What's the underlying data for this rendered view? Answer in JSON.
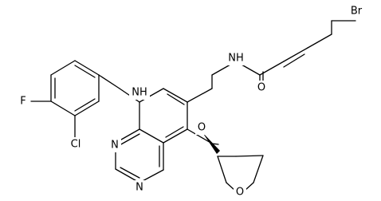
{
  "molecule": {
    "atoms": {
      "br": "Br",
      "nh_amide": "NH",
      "nh_amine": "NH",
      "o_carbonyl": "O",
      "o_ether": "O",
      "o_ring": "O",
      "f": "F",
      "cl": "Cl",
      "n3": "N",
      "n1": "N"
    }
  }
}
